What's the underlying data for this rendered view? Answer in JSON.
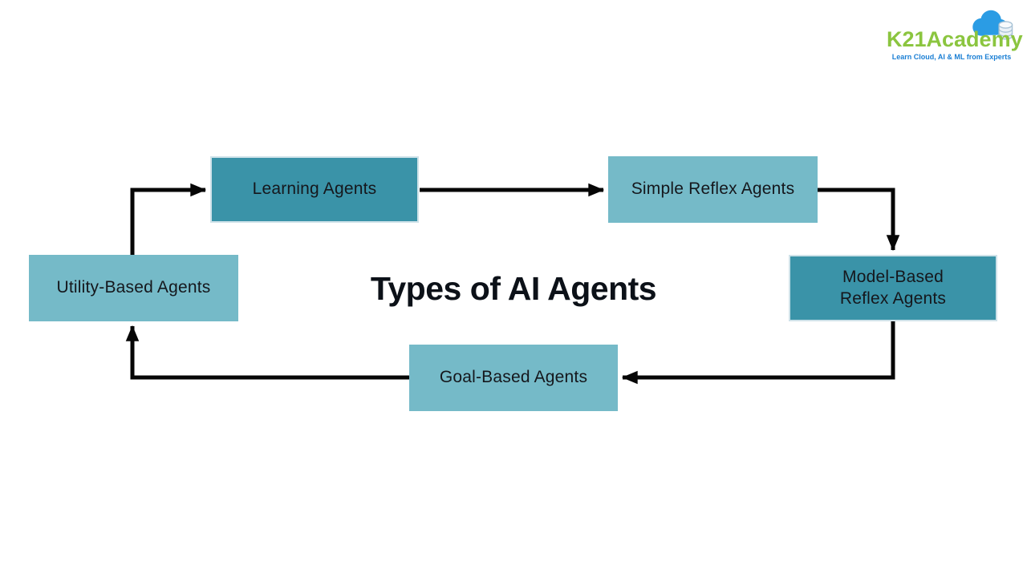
{
  "logo": {
    "brand": "K21Academy",
    "tagline": "Learn Cloud, AI & ML from Experts",
    "brand_color": "#8bc53f",
    "tagline_color": "#1b7fd4",
    "cloud_color": "#2b9ce4",
    "icons": [
      "cloud-icon",
      "database-icon"
    ]
  },
  "diagram": {
    "title": "Types of AI Agents",
    "nodes": [
      {
        "label": "Learning Agents",
        "variant": "dark"
      },
      {
        "label": "Simple Reflex Agents",
        "variant": "light"
      },
      {
        "label": "Model-Based Reflex Agents",
        "variant": "dark"
      },
      {
        "label": "Goal-Based Agents",
        "variant": "light"
      },
      {
        "label": "Utility-Based Agents",
        "variant": "light"
      }
    ],
    "flow": [
      "Utility-Based Agents → Learning Agents",
      "Learning Agents → Simple Reflex Agents",
      "Simple Reflex Agents → Model-Based Reflex Agents",
      "Model-Based Reflex Agents → Goal-Based Agents",
      "Goal-Based Agents → Utility-Based Agents"
    ],
    "colors": {
      "node_dark": "#3a93a8",
      "node_light": "#75bac8",
      "arrow": "#060606",
      "node_text": "#15171c",
      "title_text": "#0c1118",
      "background": "#ffffff"
    }
  }
}
